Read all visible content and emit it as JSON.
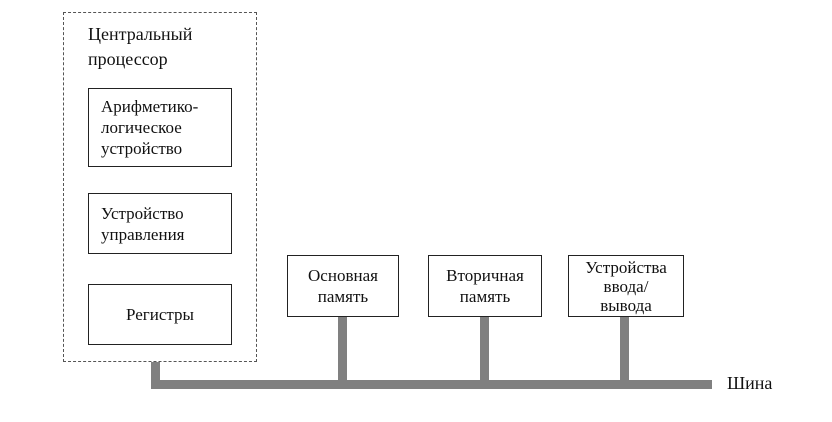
{
  "cpu": {
    "title": "Центральный\nпроцессор",
    "alu_label": "Арифметико-\nлогическое\nустройство",
    "control_unit_label": "Устройство\nуправления",
    "registers_label": "Регистры"
  },
  "devices": {
    "main_memory_label": "Основная\nпамять",
    "secondary_memory_label": "Вторичная\nпамять",
    "io_label": "Устройства\nввода/\nвывода"
  },
  "bus": {
    "label": "Шина",
    "color": "#808080"
  }
}
